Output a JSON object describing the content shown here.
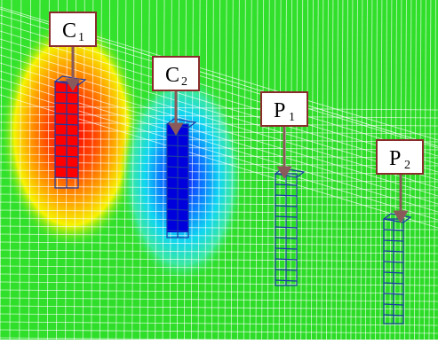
{
  "labels": {
    "c1": {
      "main": "C",
      "sub": "1"
    },
    "c2": {
      "main": "C",
      "sub": "2"
    },
    "p1": {
      "main": "P",
      "sub": "1"
    },
    "p2": {
      "main": "P",
      "sub": "2"
    }
  },
  "colors": {
    "field": "#2ee32a",
    "mesh": "#ffffff",
    "label_border": "#8a2c2c",
    "arrow": "#8a5a5a",
    "hot_core": "#ff0000",
    "cold_core": "#0000dd",
    "pile_outline": "#1a3aa6"
  }
}
